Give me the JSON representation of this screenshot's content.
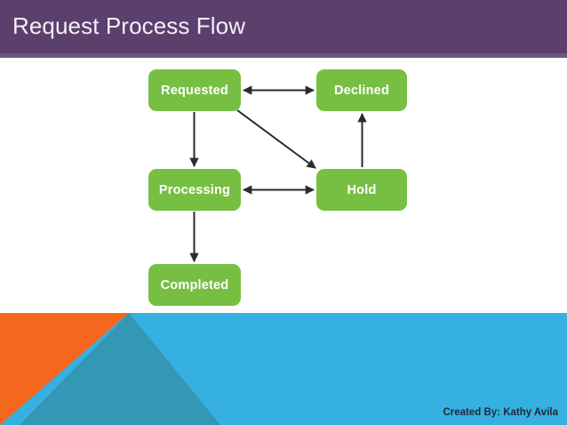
{
  "slide": {
    "title": "Request Process Flow",
    "title_bar_color": "#5b3f6d",
    "title_accent_color": "#705584",
    "background_color": "#ffffff"
  },
  "diagram": {
    "node_fill_color": "#77bf43",
    "node_text_color": "#ffffff",
    "connector_color": "#2b2b2b",
    "nodes": [
      {
        "id": "requested",
        "label": "Requested"
      },
      {
        "id": "declined",
        "label": "Declined"
      },
      {
        "id": "processing",
        "label": "Processing"
      },
      {
        "id": "hold",
        "label": "Hold"
      },
      {
        "id": "completed",
        "label": "Completed"
      }
    ],
    "connectors": [
      {
        "from": "requested",
        "to": "declined",
        "style": "double-arrow",
        "orientation": "horizontal"
      },
      {
        "from": "requested",
        "to": "processing",
        "style": "single-arrow",
        "orientation": "vertical"
      },
      {
        "from": "requested",
        "to": "hold",
        "style": "single-arrow",
        "orientation": "diagonal"
      },
      {
        "from": "processing",
        "to": "hold",
        "style": "double-arrow",
        "orientation": "horizontal"
      },
      {
        "from": "hold",
        "to": "declined",
        "style": "single-arrow",
        "orientation": "vertical"
      },
      {
        "from": "processing",
        "to": "completed",
        "style": "single-arrow",
        "orientation": "vertical"
      }
    ]
  },
  "footer": {
    "credit": "Created By: Kathy Avila",
    "credit_color": "#1d2a3a",
    "orange_color": "#f4671c",
    "light_blue_color": "#35b0e0",
    "teal_color": "#3497b4"
  }
}
